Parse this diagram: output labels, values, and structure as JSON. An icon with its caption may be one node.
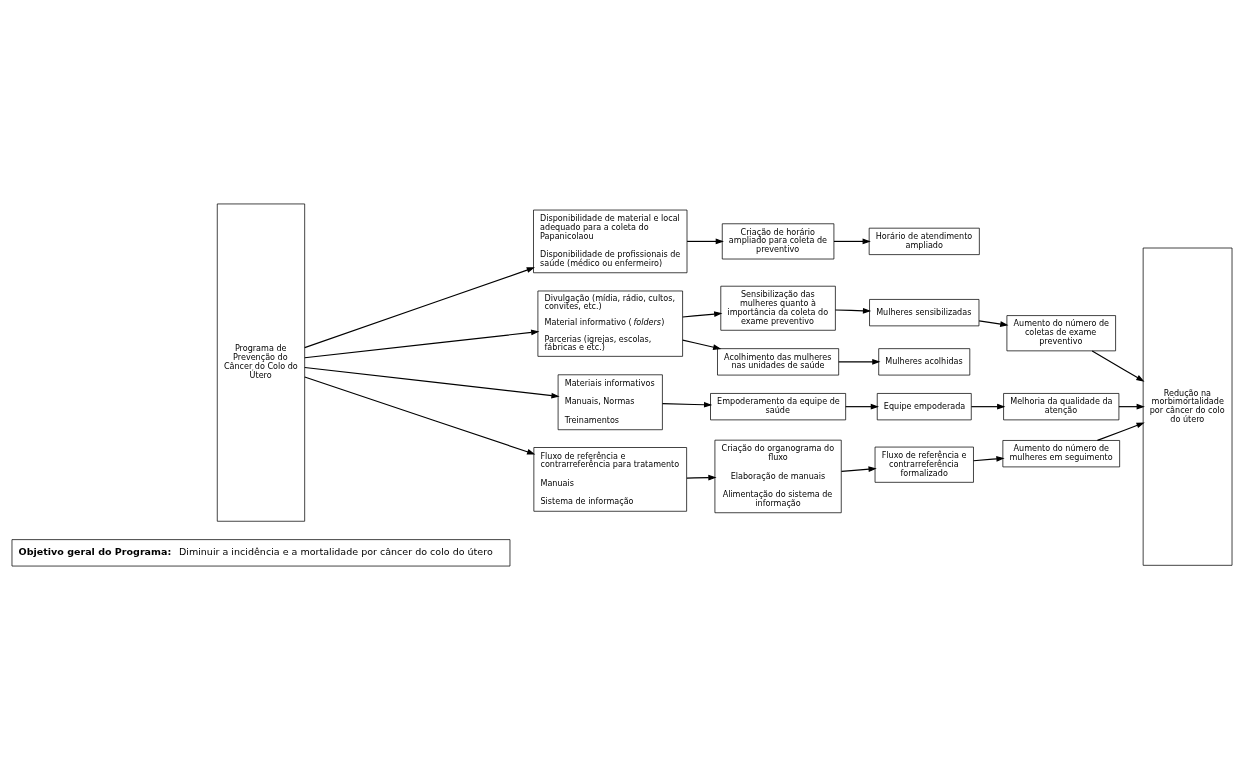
{
  "diagram": {
    "nodes": [
      {
        "text": [
          "Objetivo geral do Programa:",
          "Diminuir a incidência e a mortalidade por câncer do colo do útero"
        ]
      },
      {
        "text": [
          "Programa de Prevenção do Câncer do Colo do Útero"
        ]
      },
      {
        "text": [
          "Disponibilidade de material e local adequado para a coleta do Papanicolaou",
          "Disponibilidade de profissionais de saúde (médico ou enfermeiro)"
        ]
      },
      {
        "text": [
          "Criação de horário ampliado para coleta de preventivo"
        ]
      },
      {
        "text": [
          "Horário de atendimento ampliado"
        ]
      },
      {
        "text": [
          "Divulgação (mídia, rádio, cultos, convites, etc.)",
          "Material informativo (*folders*)",
          "Parcerias (igrejas, escolas, fábricas e etc.)"
        ]
      },
      {
        "text": [
          "Sensibilização das mulheres quanto à importância da coleta do exame preventivo"
        ]
      },
      {
        "text": [
          "Mulheres sensibilizadas"
        ]
      },
      {
        "text": [
          "Aumento do número de coletas de exame preventivo"
        ]
      },
      {
        "text": [
          "Acolhimento das mulheres nas unidades de saúde"
        ]
      },
      {
        "text": [
          "Mulheres acolhidas"
        ]
      },
      {
        "text": [
          "Materiais informativos",
          "Manuais, Normas",
          "Treinamentos"
        ]
      },
      {
        "text": [
          "Empoderamento da equipe de saúde"
        ]
      },
      {
        "text": [
          "Equipe empoderada"
        ]
      },
      {
        "text": [
          "Melhoria da qualidade da atenção"
        ]
      },
      {
        "text": [
          "Fluxo de referência e contrarreferência para tratamento",
          "Manuais",
          "Sistema de informação"
        ]
      },
      {
        "text": [
          "Criação do organograma do fluxo",
          "Elaboração de manuais",
          "Alimentação do sistema de informação"
        ]
      },
      {
        "text": [
          "Fluxo de referência e contrarreferência formalizado"
        ]
      },
      {
        "text": [
          "Aumento do número de mulheres em seguimento"
        ]
      },
      {
        "text": [
          "Redução na morbimortalidade por câncer do colo do útero"
        ]
      }
    ],
    "edges": [
      {
        "from": 1,
        "to": 2,
        "arrow": "to"
      },
      {
        "from": 1,
        "to": 5,
        "arrow": "to"
      },
      {
        "from": 1,
        "to": 11,
        "arrow": "to"
      },
      {
        "from": 1,
        "to": 15,
        "arrow": "to"
      },
      {
        "from": 2,
        "to": 3,
        "arrow": "to"
      },
      {
        "from": 3,
        "to": 4,
        "arrow": "to"
      },
      {
        "from": 5,
        "to": 6,
        "arrow": "to"
      },
      {
        "from": 5,
        "to": 9,
        "arrow": "to"
      },
      {
        "from": 6,
        "to": 7,
        "arrow": "to"
      },
      {
        "from": 7,
        "to": 8,
        "arrow": "to"
      },
      {
        "from": 9,
        "to": 10,
        "arrow": "to"
      },
      {
        "from": 8,
        "to": 19,
        "arrow": "to"
      },
      {
        "from": 11,
        "to": 12,
        "arrow": "to"
      },
      {
        "from": 12,
        "to": 13,
        "arrow": "to"
      },
      {
        "from": 13,
        "to": 14,
        "arrow": "to"
      },
      {
        "from": 14,
        "to": 19,
        "arrow": "to"
      },
      {
        "from": 15,
        "to": 16,
        "arrow": "to"
      },
      {
        "from": 16,
        "to": 17,
        "arrow": "to"
      },
      {
        "from": 17,
        "to": 18,
        "arrow": "to"
      },
      {
        "from": 18,
        "to": 19,
        "arrow": "to"
      }
    ]
  }
}
